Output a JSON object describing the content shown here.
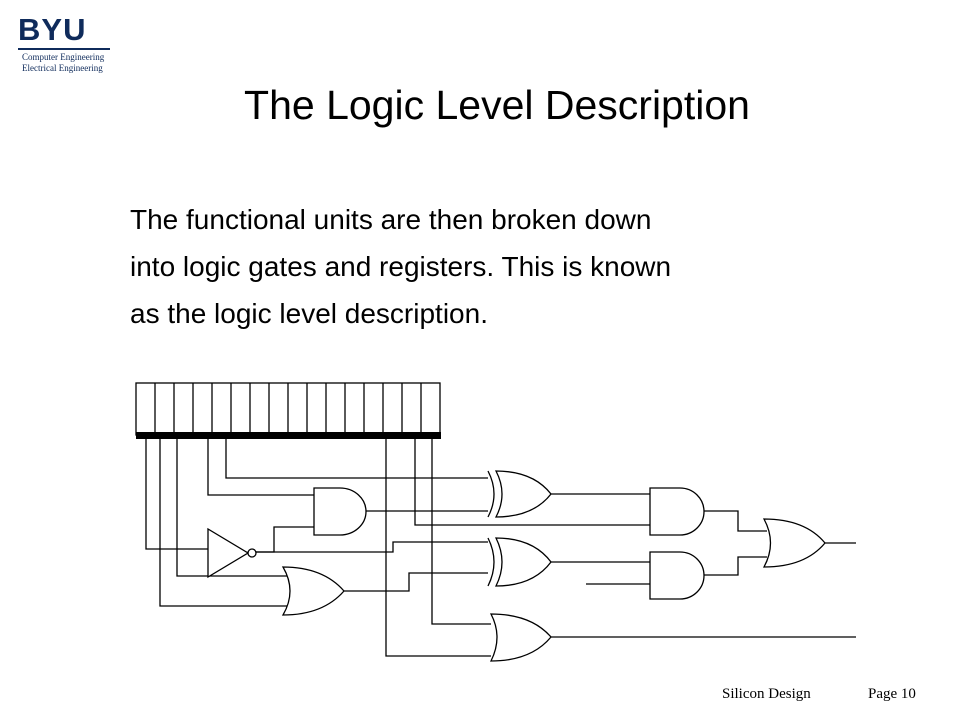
{
  "logo": {
    "mark": "BYU",
    "line1": "Computer Engineering",
    "line2": "Electrical Engineering"
  },
  "title": "The Logic Level Description",
  "body": {
    "line1": "The functional units are then broken down",
    "line2": "into logic gates and registers.  This is known",
    "line3": "as the logic level description."
  },
  "footer": {
    "left": "Silicon Design",
    "right": "Page 10"
  },
  "diagram": {
    "register_bits": 16,
    "gates": [
      "and",
      "and",
      "and",
      "xor",
      "xor",
      "or",
      "or",
      "or",
      "not"
    ]
  }
}
